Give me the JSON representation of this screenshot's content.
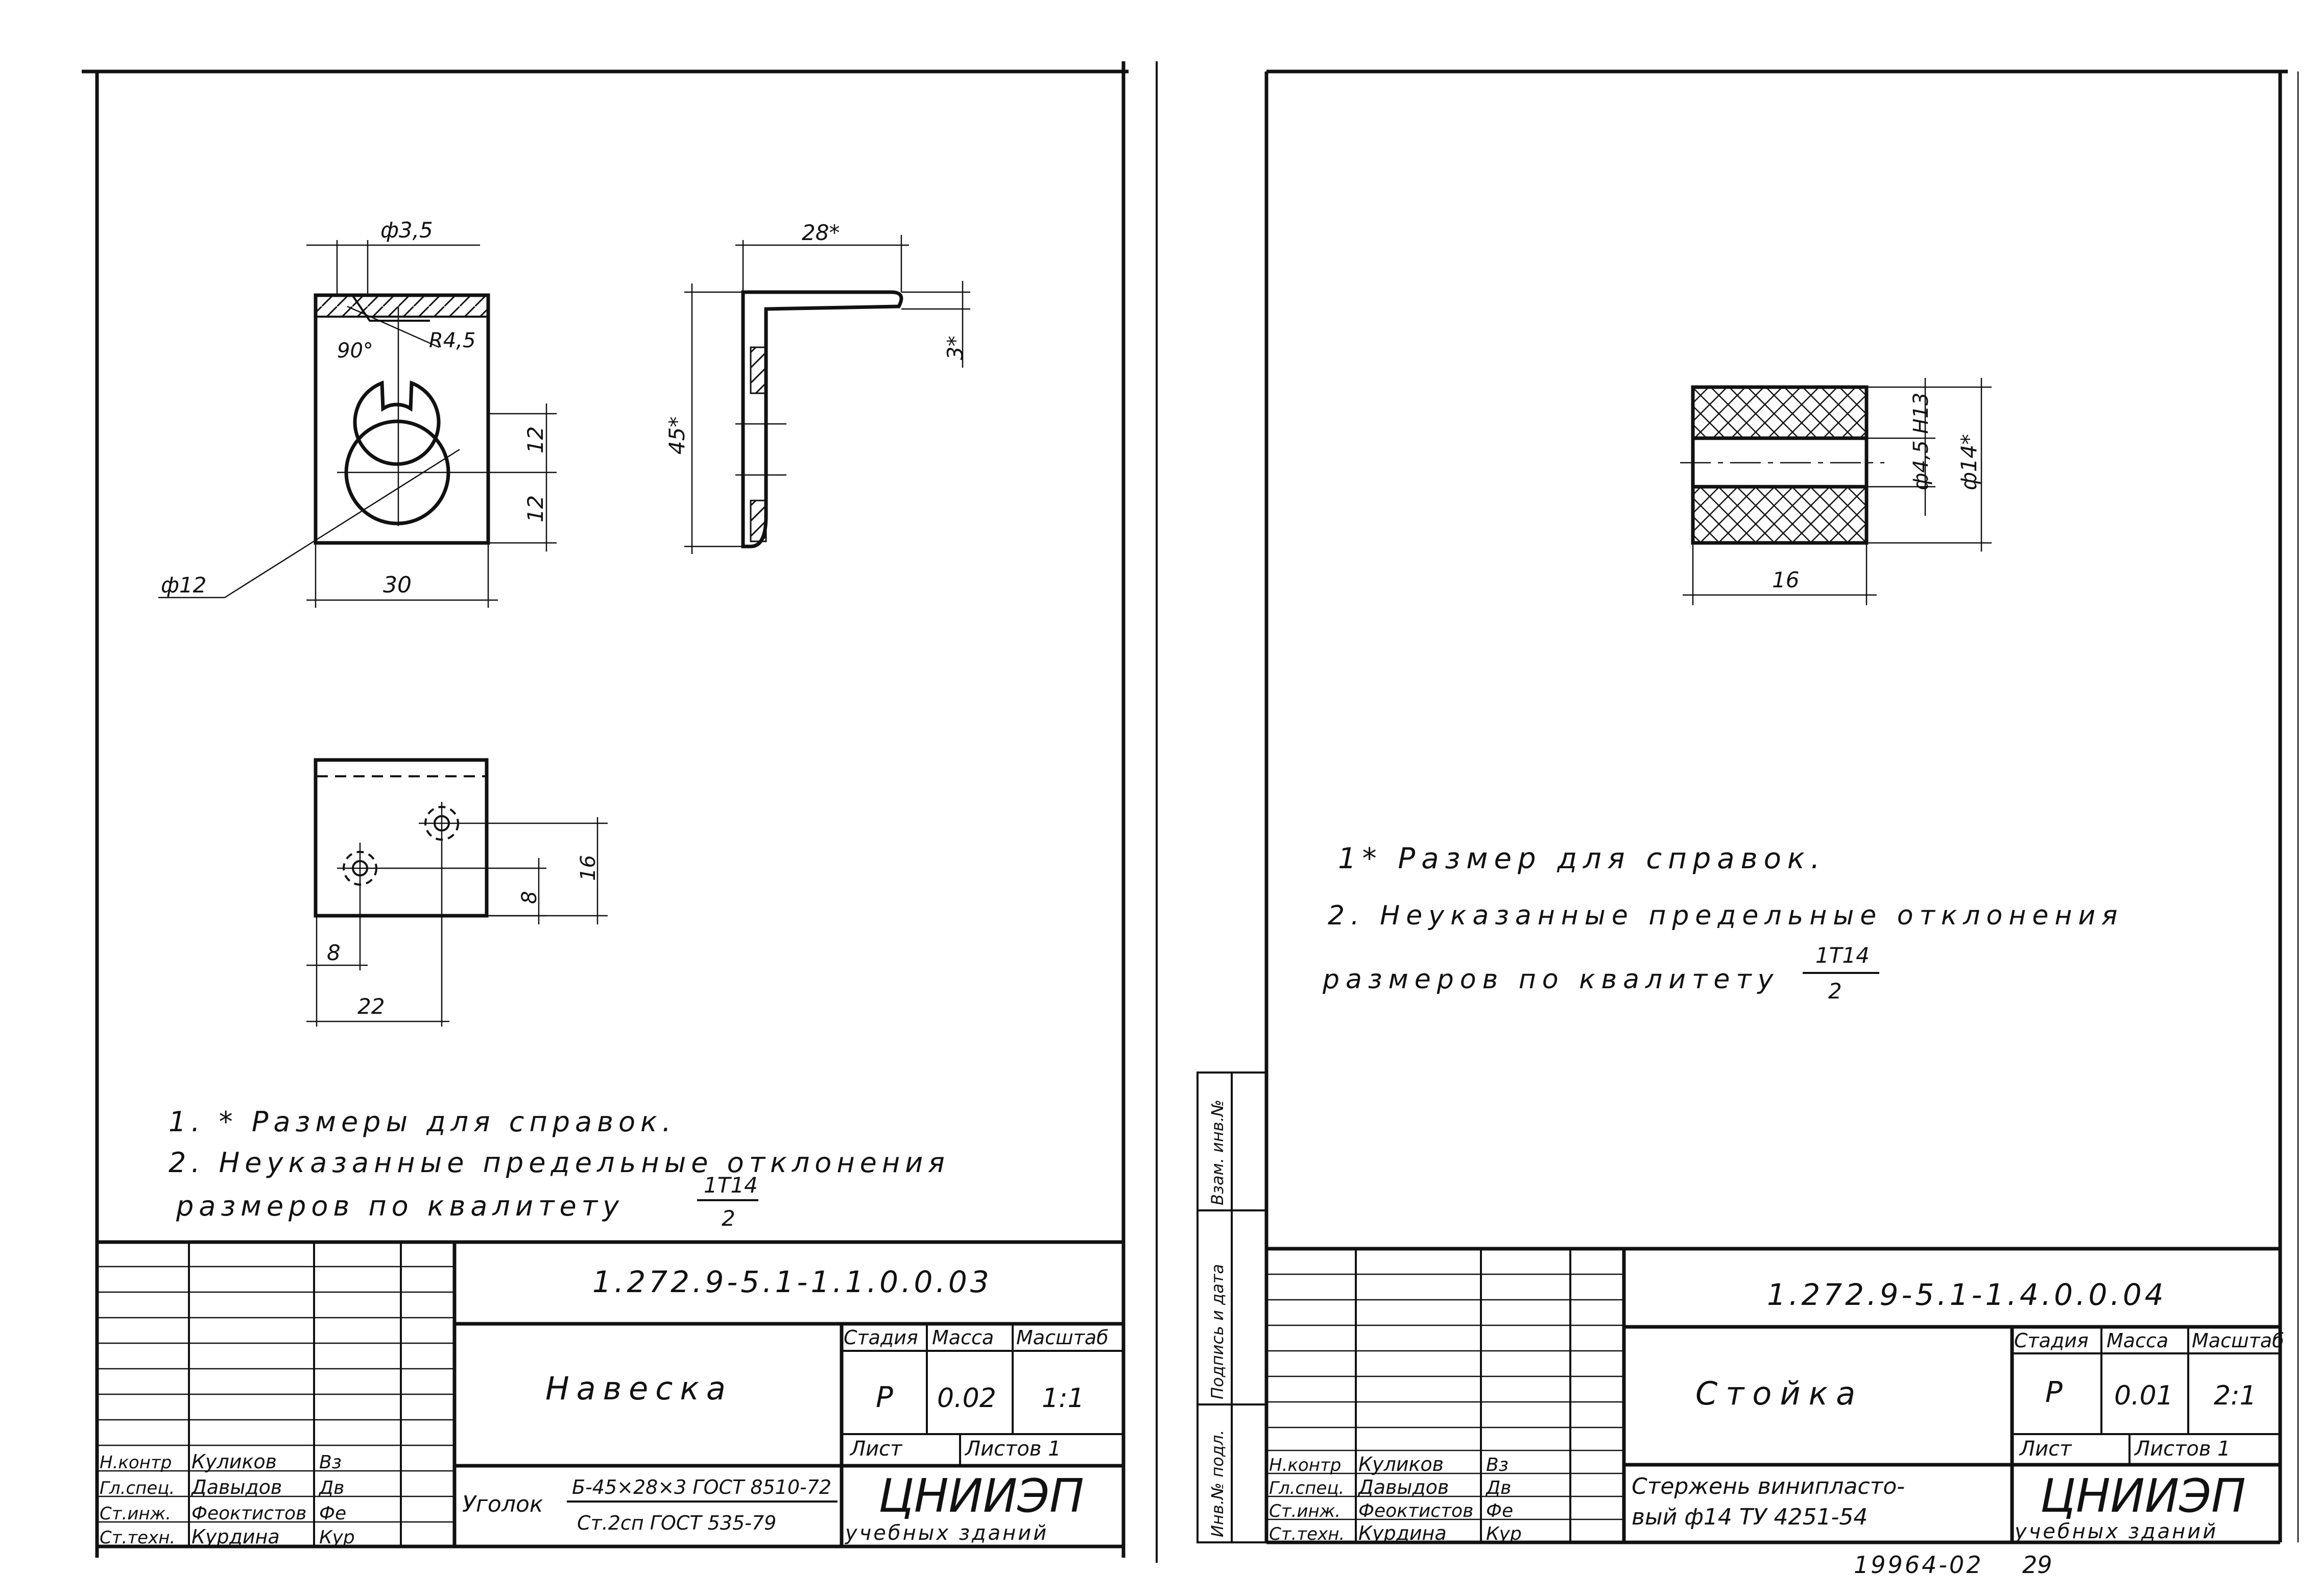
{
  "left_sheet": {
    "part_view_dims": {
      "hole_dia": "ф3,5",
      "angle": "90°",
      "radius": "R4,5",
      "slot_upper": "12",
      "slot_lower": "12",
      "keyhole_dia": "ф12",
      "width": "30"
    },
    "side_view_dims": {
      "flange_width": "28*",
      "thickness": "3*",
      "height": "45*"
    },
    "bottom_view_dims": {
      "hole_x1": "8",
      "hole_x2": "22",
      "hole_y1": "8",
      "hole_y2": "16"
    },
    "notes": [
      "1. * Размеры для справок.",
      "2. Неуказанные предельные отклонения",
      "размеров по квалитету"
    ],
    "tolerance": {
      "numerator": "1Т14",
      "denominator": "2"
    },
    "title_block": {
      "designation": "1.272.9-5.1-1.1.0.0.03",
      "name": "Навеска",
      "col_stage": "Стадия",
      "col_mass": "Масса",
      "col_scale": "Масштаб",
      "stage": "Р",
      "mass": "0.02",
      "scale": "1:1",
      "sheet_label": "Лист",
      "sheets_label": "Листов 1",
      "material_prefix": "Уголок",
      "material_top": "Б-45×28×3 ГОСТ 8510-72",
      "material_bottom": "Ст.2сп ГОСТ 535-79",
      "org": "ЦНИИЭП",
      "org_sub": "учебных зданий",
      "signatures": [
        {
          "role": "Н.контр",
          "name": "Куликов",
          "sign": "Вз"
        },
        {
          "role": "Гл.спец.",
          "name": "Давыдов",
          "sign": "Дв"
        },
        {
          "role": "Ст.инж.",
          "name": "Феоктистов",
          "sign": "Фе"
        },
        {
          "role": "Ст.техн.",
          "name": "Курдина",
          "sign": "Кур"
        }
      ]
    }
  },
  "right_sheet": {
    "part_dims": {
      "inner_dia": "ф4,5 Н13",
      "outer_dia": "ф14*",
      "length": "16"
    },
    "notes": [
      "1* Размер для справок.",
      "2. Неуказанные предельные отклонения",
      "размеров по квалитету"
    ],
    "tolerance": {
      "numerator": "1Т14",
      "denominator": "2"
    },
    "side_labels": [
      "Инв.№ подл.",
      "Подпись и дата",
      "Взам. инв.№"
    ],
    "title_block": {
      "designation": "1.272.9-5.1-1.4.0.0.04",
      "name": "Стойка",
      "col_stage": "Стадия",
      "col_mass": "Масса",
      "col_scale": "Масштаб",
      "stage": "Р",
      "mass": "0.01",
      "scale": "2:1",
      "sheet_label": "Лист",
      "sheets_label": "Листов 1",
      "material_line1": "Стержень винипласто-",
      "material_line2": "вый ф14 ТУ 4251-54",
      "org": "ЦНИИЭП",
      "org_sub": "учебных зданий",
      "signatures": [
        {
          "role": "Н.контр",
          "name": "Куликов",
          "sign": "Вз"
        },
        {
          "role": "Гл.спец.",
          "name": "Давыдов",
          "sign": "Дв"
        },
        {
          "role": "Ст.инж.",
          "name": "Феоктистов",
          "sign": "Фе"
        },
        {
          "role": "Ст.техн.",
          "name": "Курдина",
          "sign": "Кур"
        }
      ]
    },
    "footer_number": "19964-02",
    "footer_page": "29"
  }
}
